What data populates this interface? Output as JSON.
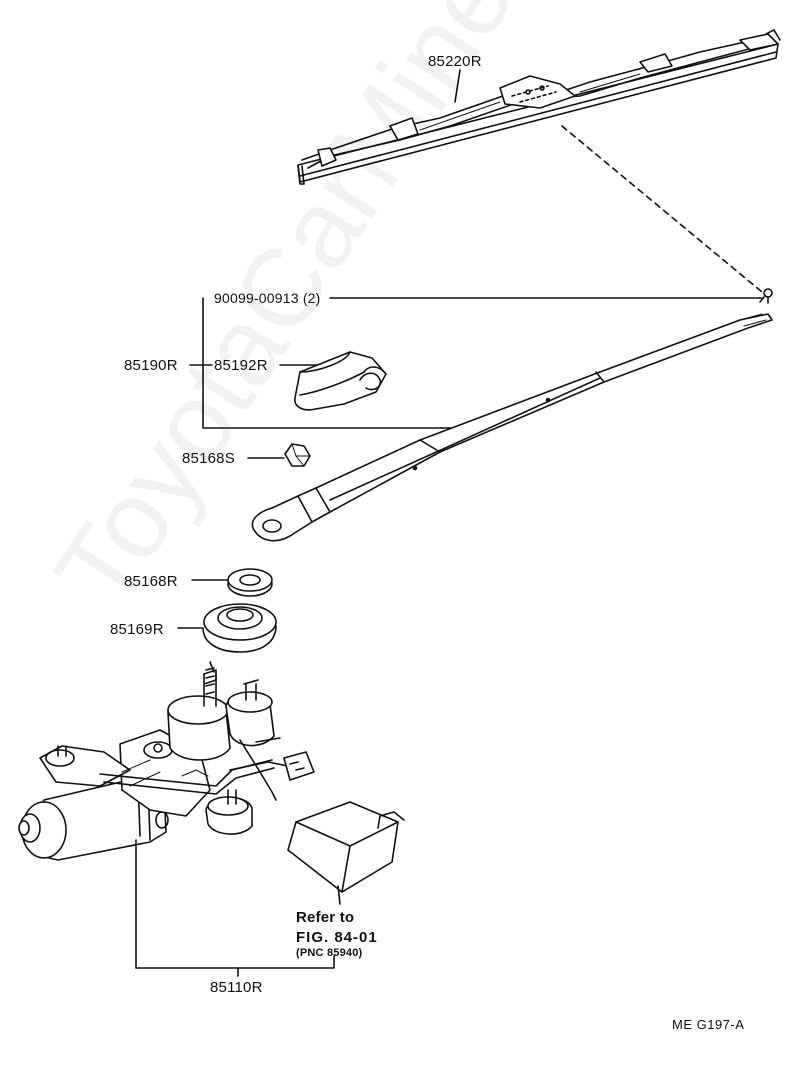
{
  "watermark": "ToyotaCarMine.ru",
  "parts": {
    "blade": "85220R",
    "screw": "90099-00913 (2)",
    "arm_assy": "85190R",
    "cap": "85192R",
    "nut": "85168S",
    "washer": "85168R",
    "seal": "85169R",
    "motor_assy": "85110R"
  },
  "refer": {
    "line1": "Refer to",
    "line2": "FIG. 84-01",
    "line3": "(PNC 85940)"
  },
  "fig_code": "ME  G197-A"
}
